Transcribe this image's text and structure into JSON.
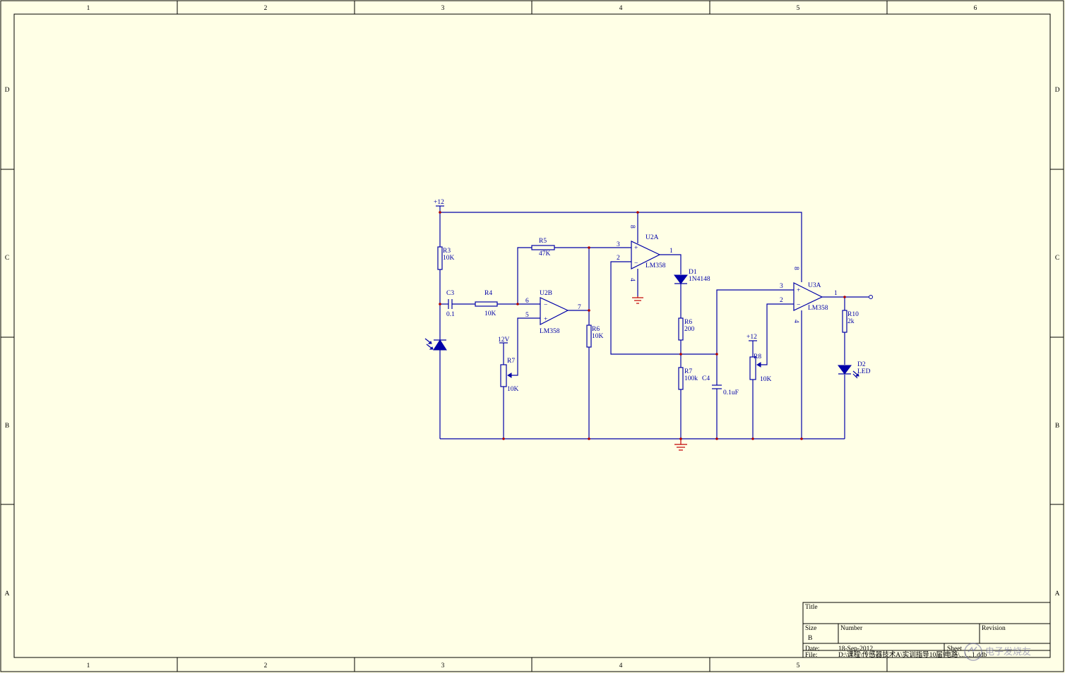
{
  "border": {
    "columns": [
      "1",
      "2",
      "3",
      "4",
      "5",
      "6"
    ],
    "rows": [
      "D",
      "C",
      "B",
      "A"
    ]
  },
  "title_block": {
    "title_label": "Title",
    "size_label": "Size",
    "size_value": "B",
    "number_label": "Number",
    "revision_label": "Revision",
    "date_label": "Date:",
    "date_value": "18-Sep-2012",
    "sheet_label": "Sheet",
    "file_label": "File:",
    "file_value": "D:\\课程\\传感器技术A\\实训指导10届\\电路\\...\\...1.ddb"
  },
  "watermark": "电子发烧友",
  "components": {
    "r3": {
      "ref": "R3",
      "value": "10K"
    },
    "r4": {
      "ref": "R4",
      "value": "10K"
    },
    "r5": {
      "ref": "R5",
      "value": "47K"
    },
    "r6a": {
      "ref": "R6",
      "value": "10K"
    },
    "r6b": {
      "ref": "R6",
      "value": "200"
    },
    "r7a": {
      "ref": "R7",
      "value": "10K"
    },
    "r7b": {
      "ref": "R7",
      "value": "100k"
    },
    "r8": {
      "ref": "R8",
      "value": "10K"
    },
    "r10": {
      "ref": "R10",
      "value": "2k"
    },
    "c3": {
      "ref": "C3",
      "value": "0.1"
    },
    "c4": {
      "ref": "C4",
      "value": "0.1uF"
    },
    "d1": {
      "ref": "D1",
      "value": "1N4148"
    },
    "d2": {
      "ref": "D2",
      "value": "LED"
    },
    "u2a": {
      "ref": "U2A",
      "value": "LM358",
      "pin_plus": "3",
      "pin_minus": "2",
      "pin_out": "1",
      "pin_vcc": "8",
      "pin_gnd": "4"
    },
    "u2b": {
      "ref": "U2B",
      "value": "LM358",
      "pin_minus": "6",
      "pin_plus": "5",
      "pin_out": "7"
    },
    "u3a": {
      "ref": "U3A",
      "value": "LM358",
      "pin_plus": "3",
      "pin_minus": "2",
      "pin_out": "1",
      "pin_vcc": "8",
      "pin_gnd": "4"
    }
  },
  "power": {
    "vcc_main": "+12",
    "vcc_r7": "12V",
    "vcc_r8": "+12"
  }
}
